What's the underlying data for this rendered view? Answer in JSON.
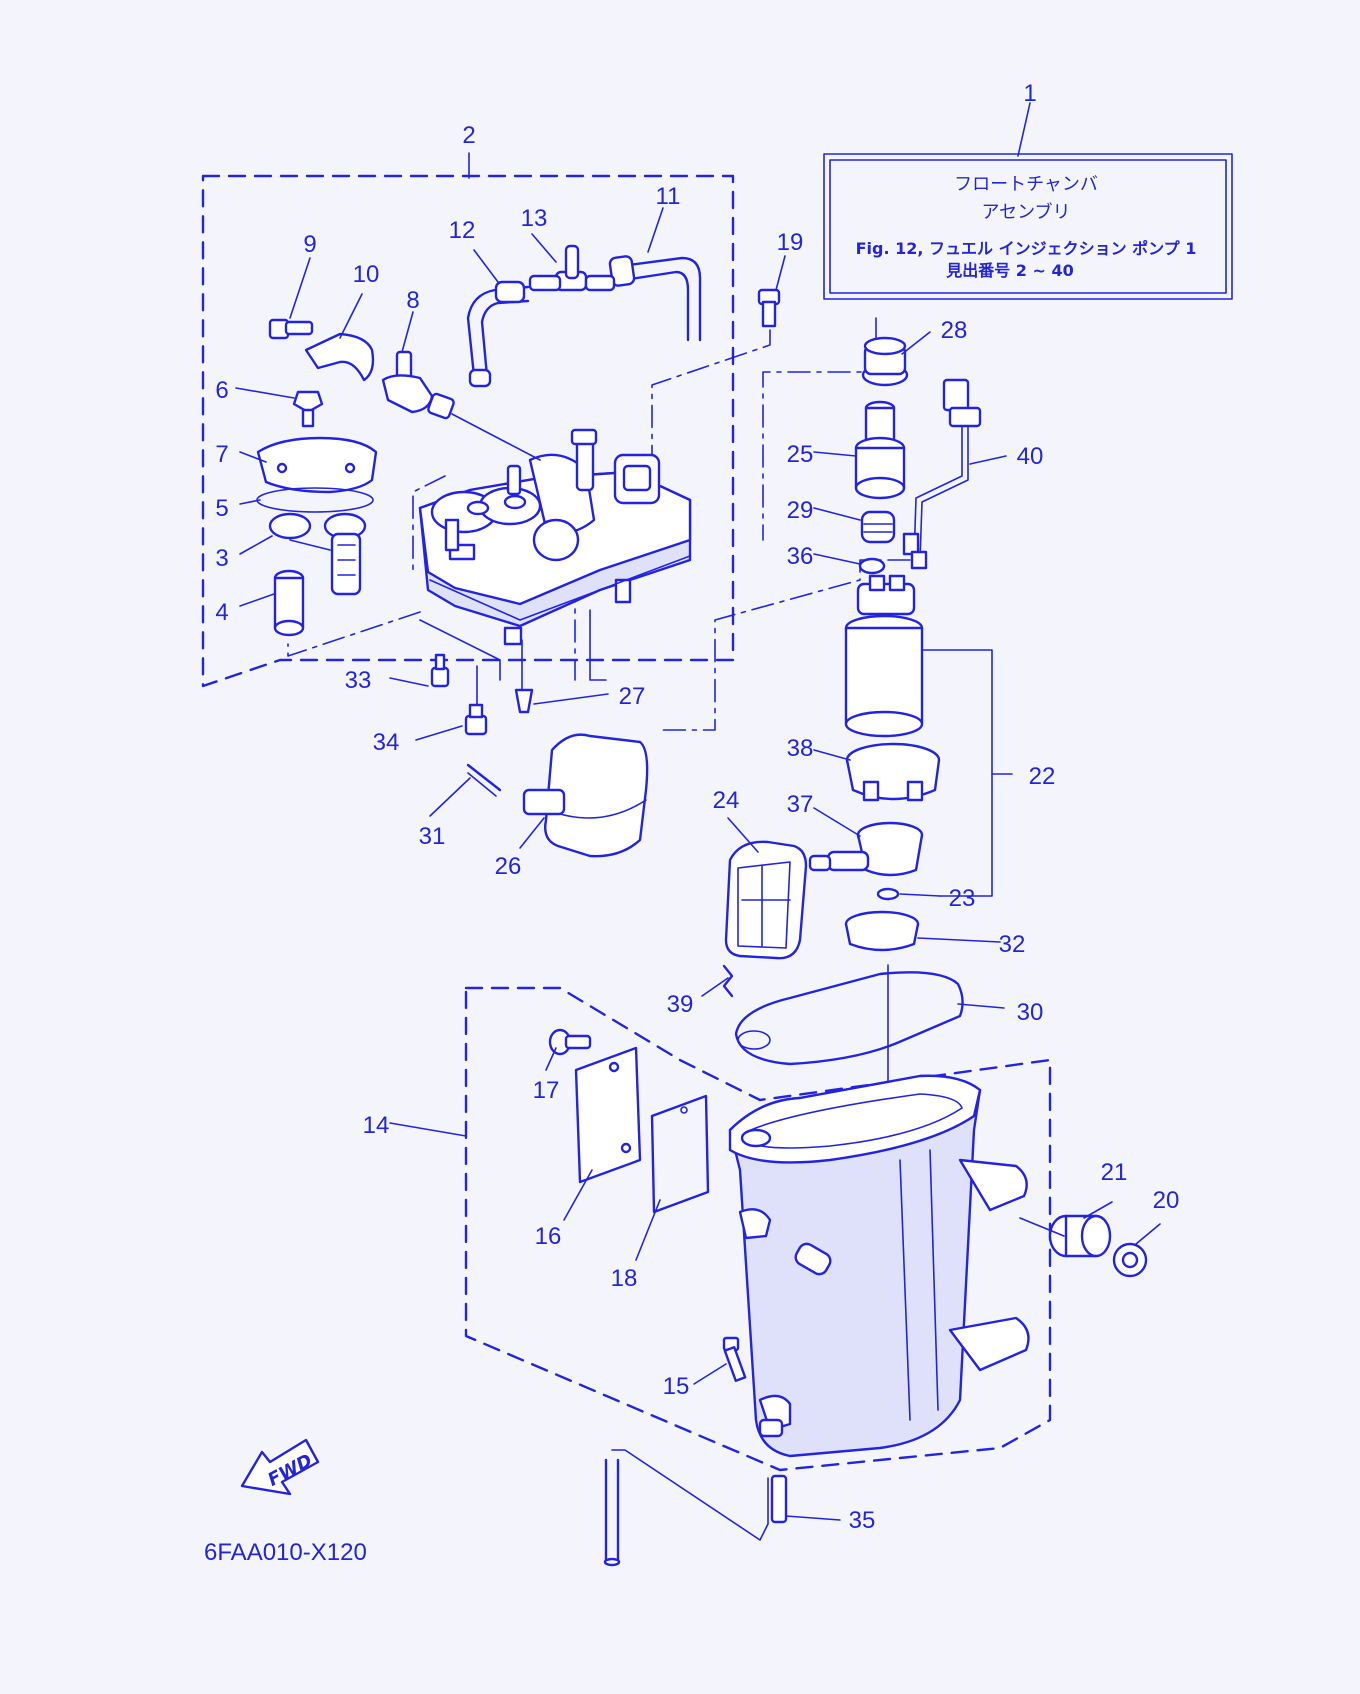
{
  "note": {
    "callout": "1",
    "line1": "フロートチャンバ",
    "line2": "アセンブリ",
    "line3": "Fig. 12, フュエル インジェクション ポンプ 1",
    "line4": "見出番号 2 ~ 40"
  },
  "callouts": [
    "2",
    "3",
    "4",
    "5",
    "6",
    "7",
    "8",
    "9",
    "10",
    "11",
    "12",
    "13",
    "14",
    "15",
    "16",
    "17",
    "18",
    "19",
    "20",
    "21",
    "22",
    "23",
    "24",
    "25",
    "26",
    "27",
    "28",
    "29",
    "30",
    "31",
    "32",
    "33",
    "34",
    "35",
    "36",
    "37",
    "38",
    "39",
    "40"
  ],
  "fwd_label": "FWD",
  "figure_code": "6FAA010-X120",
  "colors": {
    "line": "#2323e0",
    "background": "#f4f5fc"
  }
}
